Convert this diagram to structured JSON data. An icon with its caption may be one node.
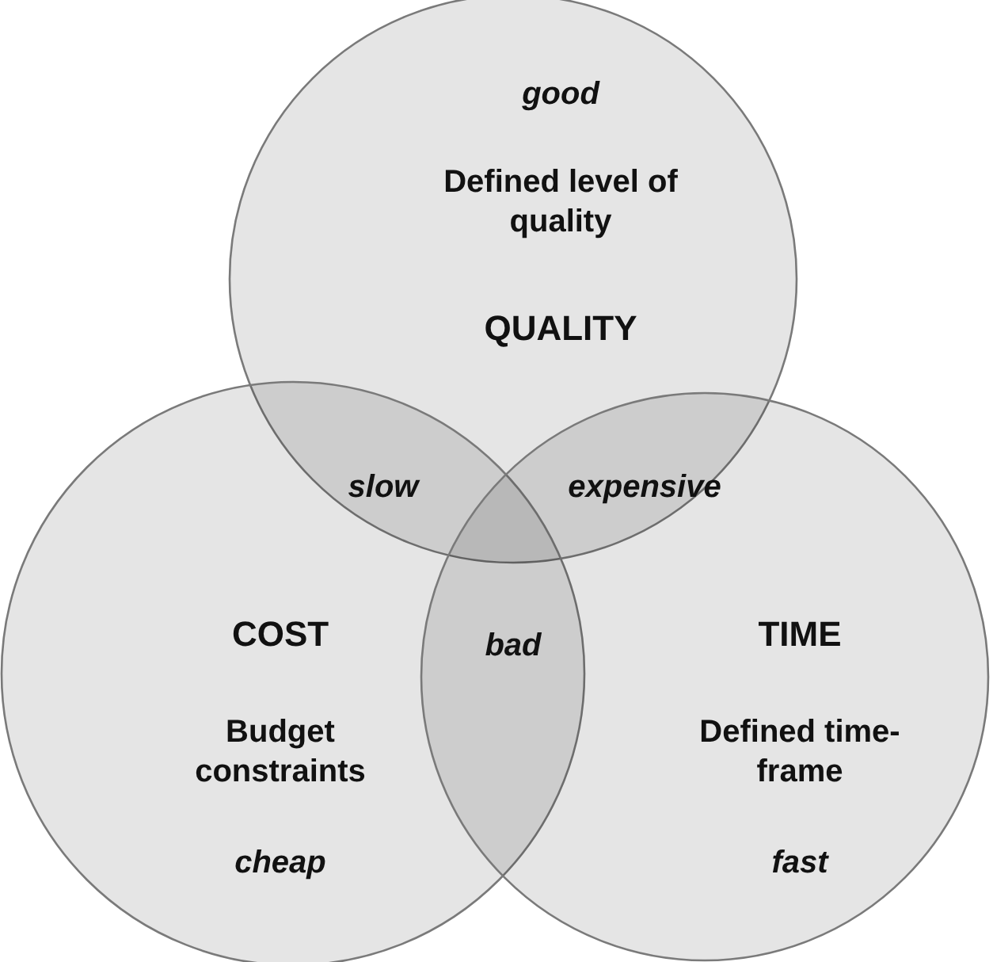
{
  "diagram": {
    "nodes": [
      {
        "text": [
          "good",
          "Defined level of quality",
          "QUALITY"
        ]
      },
      {
        "text": [
          "COST",
          "Budget constraints",
          "cheap"
        ]
      },
      {
        "text": [
          "TIME",
          "Defined time-frame",
          "fast"
        ]
      }
    ],
    "labels": [
      "slow",
      "expensive",
      "bad"
    ]
  }
}
